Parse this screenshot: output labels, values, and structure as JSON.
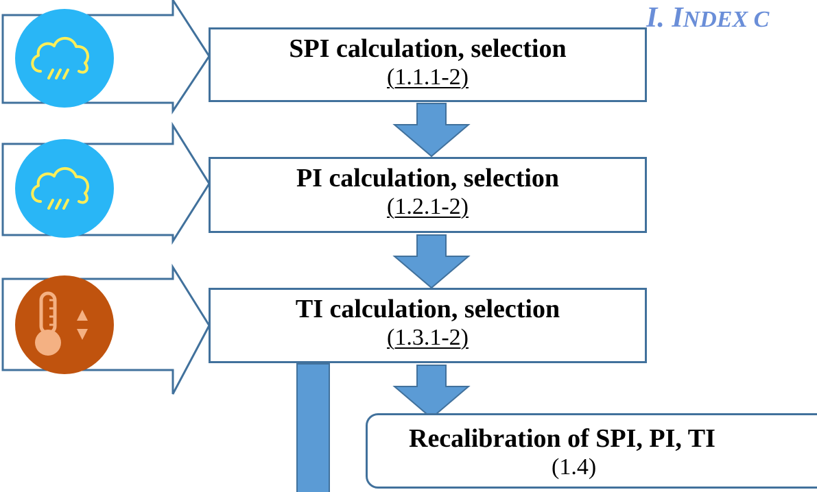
{
  "heading": {
    "main": "I. I",
    "smallcaps": "NDEX C"
  },
  "steps": [
    {
      "title": "SPI calculation, selection",
      "ref": "(1.1.1-2)"
    },
    {
      "title": "PI calculation, selection",
      "ref": "(1.2.1-2)"
    },
    {
      "title": "TI calculation, selection",
      "ref": "(1.3.1-2)"
    }
  ],
  "recalibration": {
    "title": "Recalibration of SPI, PI, TI",
    "ref": "(1.4)"
  },
  "icons": [
    "rain-cloud-icon",
    "rain-cloud-icon",
    "thermometer-up-down-icon"
  ],
  "colors": {
    "arrow_fill": "#5b9bd5",
    "arrow_stroke": "#41719c",
    "rain_circle": "#29b6f6",
    "rain_cloud": "#ffee58",
    "thermo_circle": "#c0530e",
    "thermo_glyph": "#f4b183",
    "heading": "#6a8ed8"
  }
}
